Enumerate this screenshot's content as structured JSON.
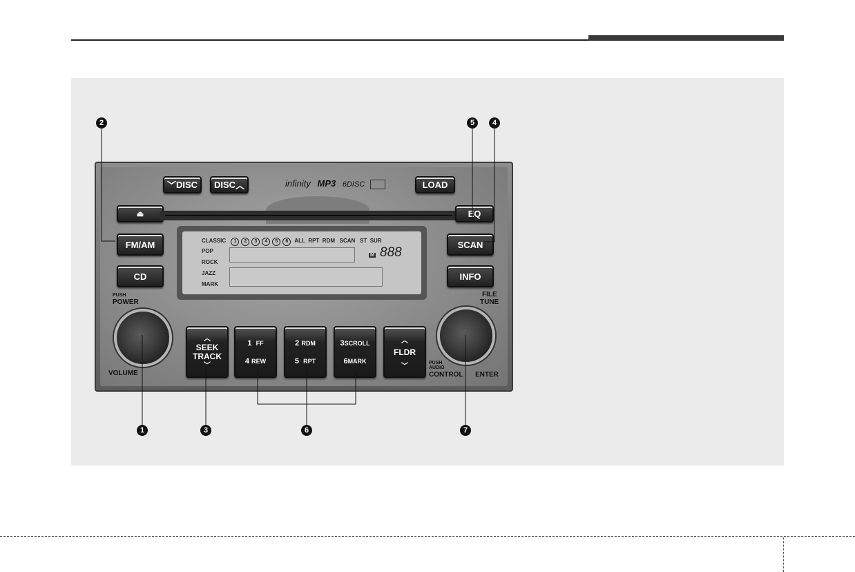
{
  "radio": {
    "brand": {
      "infinity": "infinity",
      "mp3": "MP3",
      "disc": "DISC"
    },
    "buttons": {
      "disc_down": "DISC",
      "disc_up": "DISC",
      "load": "LOAD",
      "eject": "⏏",
      "eq": "EQ",
      "fm_am": "FM/AM",
      "cd": "CD",
      "scan": "SCAN",
      "info": "INFO",
      "seek": "SEEK",
      "track": "TRACK",
      "preset1_num": "1",
      "preset1_fn": "FF",
      "preset4_num": "4",
      "preset4_fn": "REW",
      "preset2_num": "2",
      "preset2_fn": "RDM",
      "preset5_num": "5",
      "preset5_fn": "RPT",
      "preset3_num": "3",
      "preset3_fn": "SCROLL",
      "preset6_num": "6",
      "preset6_fn": "MARK",
      "fldr": "FLDR"
    },
    "display": {
      "top_row": [
        "CLASSIC",
        "ALL",
        "RPT",
        "RDM",
        "SCAN",
        "ST",
        "SUR"
      ],
      "disc_numbers": [
        "1",
        "2",
        "3",
        "4",
        "5",
        "6"
      ],
      "left_col": [
        "POP",
        "ROCK",
        "JAZZ",
        "MARK"
      ],
      "m_badge": "M",
      "digits": "888"
    },
    "labels": {
      "push": "PUSH",
      "power": "POWER",
      "volume": "VOLUME",
      "file": "FILE",
      "tune": "TUNE",
      "push2": "PUSH",
      "audio": "AUDIO",
      "control": "CONTROL",
      "enter": "ENTER"
    }
  },
  "callouts": [
    "1",
    "2",
    "3",
    "4",
    "5",
    "6",
    "7"
  ]
}
